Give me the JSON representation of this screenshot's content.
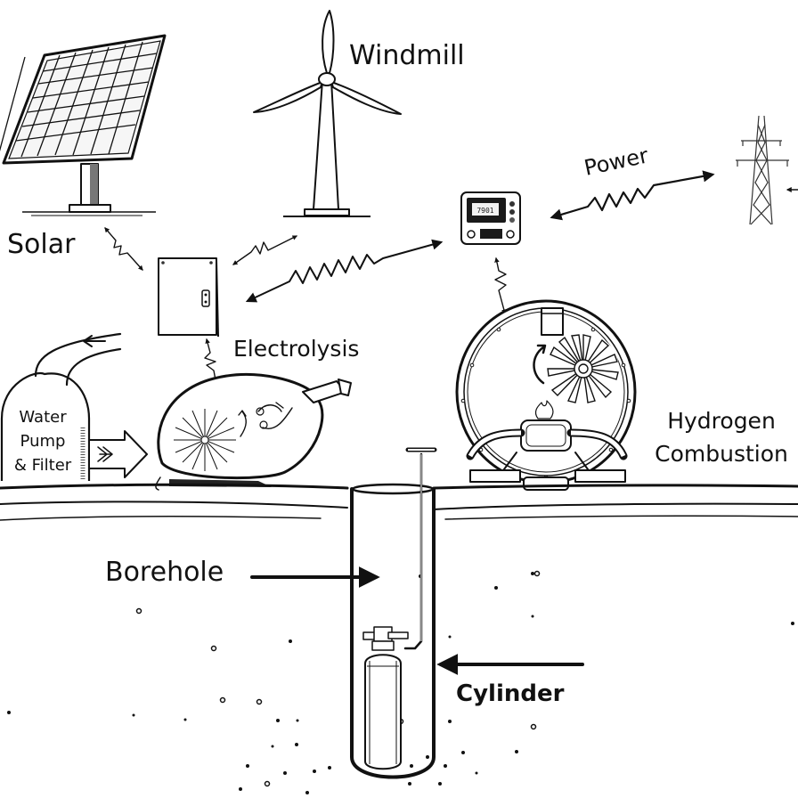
{
  "labels": {
    "solar": "Solar",
    "windmill": "Windmill",
    "power": "Power",
    "electrolysis": "Electrolysis",
    "water_pump_line1": "Water",
    "water_pump_line2": "Pump",
    "water_pump_line3": "& Filter",
    "hydrogen_line1": "Hydrogen",
    "hydrogen_line2": "Combustion",
    "borehole": "Borehole",
    "cylinder": "Cylinder"
  },
  "controller": {
    "display_reading": "7901"
  },
  "colors": {
    "ink": "#111111",
    "background": "#ffffff"
  }
}
